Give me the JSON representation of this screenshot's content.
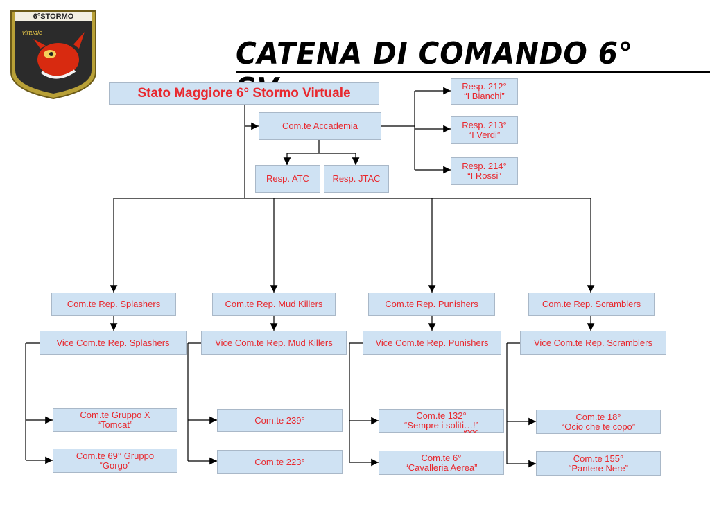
{
  "logo": {
    "brand": "6°STORMO",
    "subtitle": "virtuale"
  },
  "title": "CATENA DI COMANDO 6° SV",
  "root": "Stato Maggiore 6° Stormo Virtuale",
  "academy": {
    "label": "Com.te Accademia",
    "children": [
      "Resp. ATC",
      "Resp. JTAC"
    ],
    "responsibles": [
      {
        "line1": "Resp. 212°",
        "line2": "“I Bianchi”"
      },
      {
        "line1": "Resp. 213°",
        "line2": "“I Verdi”"
      },
      {
        "line1": "Resp. 214°",
        "line2": "“I Rossi”"
      }
    ]
  },
  "departments": [
    {
      "commander": "Com.te Rep. Splashers",
      "vice": "Vice Com.te Rep. Splashers",
      "units": [
        {
          "line1": "Com.te Gruppo X",
          "line2": "“Tomcat”"
        },
        {
          "line1": "Com.te 69° Gruppo",
          "line2": "“Gorgo”"
        }
      ]
    },
    {
      "commander": "Com.te Rep. Mud Killers",
      "vice": "Vice Com.te Rep. Mud Killers",
      "units": [
        {
          "line1": "Com.te 239°",
          "line2": ""
        },
        {
          "line1": "Com.te 223°",
          "line2": ""
        }
      ]
    },
    {
      "commander": "Com.te Rep. Punishers",
      "vice": "Vice Com.te Rep. Punishers",
      "units": [
        {
          "line1": "Com.te 132°",
          "line2": "“Sempre i soliti",
          "line2_tail": "…!”"
        },
        {
          "line1": "Com.te 6°",
          "line2": "“Cavalleria Aerea”"
        }
      ]
    },
    {
      "commander": "Com.te Rep. Scramblers",
      "vice": "Vice Com.te Rep. Scramblers",
      "units": [
        {
          "line1": "Com.te 18°",
          "line2": "“Ocio che te copo”"
        },
        {
          "line1": "Com.te 155°",
          "line2": "“Pantere Nere”"
        }
      ]
    }
  ],
  "colors": {
    "box_fill": "#cfe2f3",
    "box_text": "#e8282e",
    "lines": "#000000"
  }
}
